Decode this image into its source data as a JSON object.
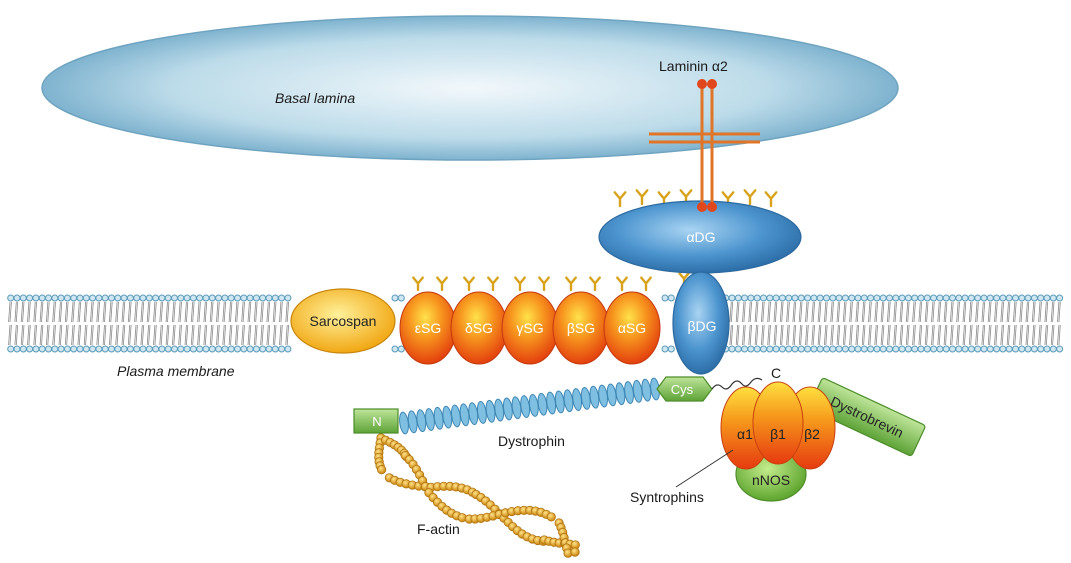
{
  "labels": {
    "basal_lamina": "Basal lamina",
    "laminin": "Laminin α2",
    "alpha_dg": "αDG",
    "beta_dg": "βDG",
    "sarcospan": "Sarcospan",
    "sarcoglycans": [
      "εSG",
      "δSG",
      "γSG",
      "βSG",
      "αSG"
    ],
    "plasma_membrane": "Plasma membrane",
    "cys": "Cys",
    "c_terminus": "C",
    "n_terminus": "N",
    "dystrophin": "Dystrophin",
    "dystrobrevin": "Dystrobrevin",
    "syntrophins": [
      "α1",
      "β1",
      "β2"
    ],
    "syntrophins_label": "Syntrophins",
    "nnos": "nNOS",
    "f_actin": "F-actin"
  },
  "colors": {
    "basal_lamina": "#9cc8dc",
    "membrane_lipid": "#5a9ab8",
    "dg_blue": "#3f86c2",
    "sarcoglycan": "#ee5a14",
    "sarcospan": "#f5b21a",
    "glycan": "#d8a21a",
    "laminin": "#e2732a",
    "green_box": "#74b83a",
    "dystrobrevin": "#7ec07a",
    "nnos": "#7cc048",
    "actin": "#e3a41c",
    "dystrophin_rod": "#7fc0e2"
  }
}
